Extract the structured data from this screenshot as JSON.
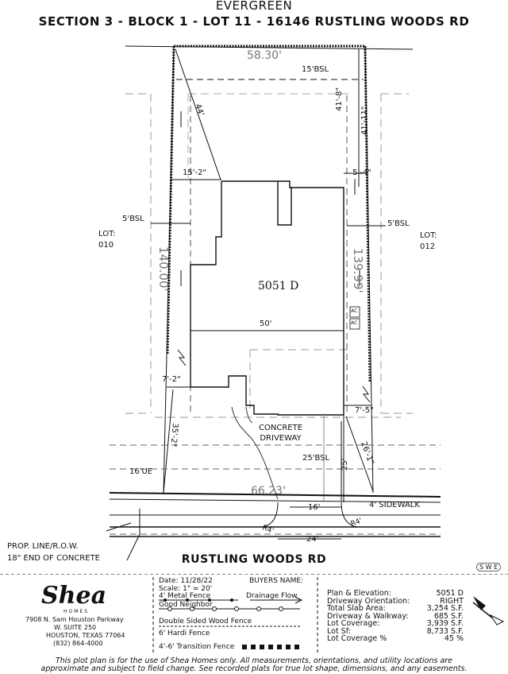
{
  "header": {
    "street_top": "EVERGREEN",
    "title": "SECTION 3 - BLOCK 1 - LOT 11 - 16146 RUSTLING WOODS RD"
  },
  "plot": {
    "dims": {
      "top_width": "58.30'",
      "front_setback": "15'BSL",
      "diag_44": "44'",
      "d_41_8": "41'-8\"",
      "d_41_11": "41'-11\"",
      "left_15_2": "15'-2\"",
      "right_5_4": "5'-4\"",
      "left_bsl": "5'BSL",
      "right_bsl": "5'BSL",
      "left_depth": "140.00'",
      "right_depth": "139.99'",
      "house_width": "50'",
      "left_7_2": "7'-2\"",
      "right_7_5": "7'-5\"",
      "d_35_2": "35'-2\"",
      "d_26_1": "26'-1\"",
      "d_25": "25'",
      "rear_bsl": "25'BSL",
      "ue": "16'UE",
      "bottom_width": "66.23'",
      "d_16": "16'",
      "d_24": "24'",
      "r_left": "R4'",
      "r_right": "R4'"
    },
    "lot_left": "LOT:\n010",
    "lot_right": "LOT:\n012",
    "house_label": "5051 D",
    "driveway_label": "CONCRETE\nDRIVEWAY",
    "sidewalk_label": "4' SIDEWALK",
    "ac": [
      "AC",
      "AC"
    ],
    "prop_line": "PROP. LINE/R.O.W.",
    "end_concrete": "18\" END OF CONCRETE",
    "street_bottom": "RUSTLING WOODS RD",
    "swe": "S W E"
  },
  "legend": {
    "company_line1": "7908 N. Sam Houston Parkway",
    "company_line2": "W. SUITE 250",
    "company_line3": "HOUSTON, TEXAS 77064",
    "company_line4": "(832) 864-4000",
    "logo": "Shea",
    "logo_sub": "HOMES",
    "date": "Date:  11/28/22",
    "scale": "Scale: 1\" = 20'",
    "buyers": "BUYERS NAME:",
    "metal_fence": "4' Metal Fence",
    "drainage": "Drainage Flow",
    "good_neighbor": "Good Neighbor",
    "double_sided": "Double Sided Wood Fence",
    "hardi": "6' Hardi Fence",
    "transition": "4'-6' Transition Fence",
    "stats": [
      {
        "label": "Plan & Elevation:",
        "value": "5051 D"
      },
      {
        "label": "Driveway Orientation:",
        "value": "RIGHT"
      },
      {
        "label": "Total Slab Area:",
        "value": "3,254 S.F."
      },
      {
        "label": "Driveway & Walkway:",
        "value": "685 S.F."
      },
      {
        "label": "Lot Coverage:",
        "value": "3,939 S.F."
      },
      {
        "label": "Lot Sf:",
        "value": "8,733 S.F."
      },
      {
        "label": "Lot Coverage %",
        "value": "45 %"
      }
    ]
  },
  "disclaimer": {
    "line1": "This plot plan is for the use of Shea Homes only. All measurements, orientations, and utility locations are",
    "line2": "approximate and subject to field change. See recorded plats for true lot shape, dimensions, and any easements."
  }
}
